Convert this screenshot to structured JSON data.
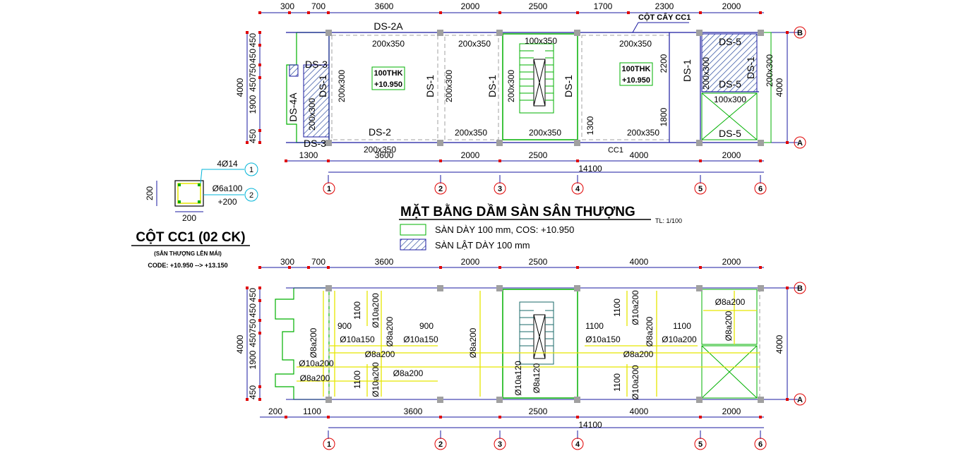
{
  "plan_top": {
    "dims_top": [
      "300",
      "700",
      "3600",
      "2000",
      "2500",
      "1700",
      "2300",
      "2000"
    ],
    "dims_bottom": [
      "1300",
      "3600",
      "2000",
      "2500",
      "4000",
      "2000"
    ],
    "dims_left": [
      "450",
      "450",
      "750",
      "450",
      "1900",
      "450"
    ],
    "dims_left_total": "4000",
    "dims_right_total": "4000",
    "overall": "14100",
    "column_note": "CỘT CẤY CC1",
    "cc1_mark": "CC1",
    "beams": {
      "ds2a": "DS-2A",
      "ds2": "DS-2",
      "ds3_top": "DS-3",
      "ds3_bottom": "DS-3",
      "ds4a": "DS-4A",
      "ds1": "DS-1",
      "ds5_top": "DS-5",
      "ds5_mid": "DS-5",
      "ds5_bottom": "DS-5",
      "b200x350": "200x350",
      "b200x300": "200x300",
      "b100x350": "100x350",
      "b100x300": "100x300"
    },
    "dims_inner": {
      "d2200": "2200",
      "d1800": "1800",
      "d1300": "1300"
    },
    "slab_tag_1": {
      "thk": "100THK",
      "level": "+10.950"
    },
    "slab_tag_2": {
      "thk": "100THK",
      "level": "+10.950"
    }
  },
  "plan_bottom": {
    "dims_top": [
      "300",
      "700",
      "3600",
      "2000",
      "2500",
      "4000",
      "2000"
    ],
    "dims_bottom": [
      "200",
      "1100",
      "3600",
      "2500",
      "4000",
      "2000"
    ],
    "dims_left": [
      "450",
      "450",
      "750",
      "450",
      "1900",
      "450"
    ],
    "dims_left_total": "4000",
    "dims_right_total": "4000",
    "overall": "14100",
    "rebar": {
      "r8a200": "Ø8a200",
      "r10a150": "Ø10a150",
      "r10a200": "Ø10a200",
      "r10a120": "Ø10a120",
      "r8a120": "Ø8a120",
      "d900": "900",
      "d1100": "1100"
    }
  },
  "grid_axes": [
    "1",
    "2",
    "3",
    "4",
    "5",
    "6"
  ],
  "row_axes": [
    "B",
    "A"
  ],
  "title": "MẶT BẰNG DẦM SÀN SÂN THƯỢNG",
  "scale": "TL: 1/100",
  "legend": [
    {
      "label": "SÀN DÀY 100 mm, COS: +10.950",
      "style": "outline"
    },
    {
      "label": "SÀN LẬT DÀY 100 mm",
      "style": "hatch"
    }
  ],
  "column_detail": {
    "callout1": "4Ø14",
    "callout1_no": "1",
    "callout2": "Ø6a100",
    "callout2b": "+200",
    "callout2_no": "2",
    "dim_h": "200",
    "dim_v": "200",
    "title": "CỘT CC1 (02 CK)",
    "subtitle": "(SÂN THƯỢNG LÊN MÁI)",
    "code": "CODE: +10.950 --> +13.150"
  },
  "colors": {
    "line": "#1a1aa0",
    "green": "#00b000",
    "yellow": "#e6e600",
    "gray": "#a0a0a0",
    "red": "#e00000",
    "cyan": "#00b4d8",
    "hatch": "#1a3c96"
  }
}
